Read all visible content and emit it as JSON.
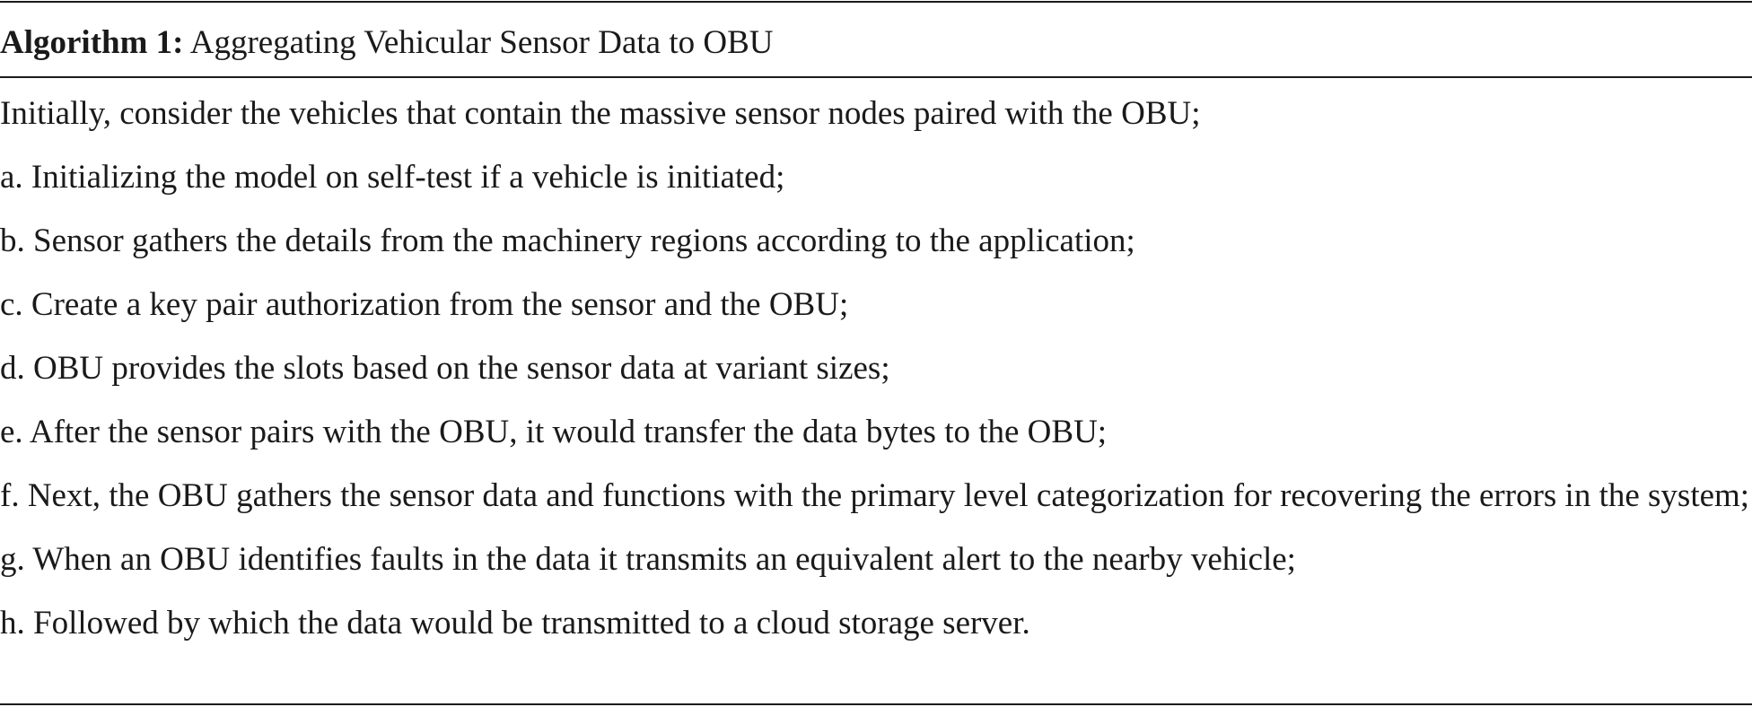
{
  "algorithm": {
    "label": "Algorithm 1:",
    "title": "Aggregating Vehicular Sensor Data to OBU",
    "lines": [
      "Initially, consider the vehicles that contain the massive sensor nodes paired with the OBU;",
      "a. Initializing the model on self-test if a vehicle is initiated;",
      "b. Sensor gathers the details from the machinery regions according to the application;",
      "c. Create a key pair authorization from the sensor and the OBU;",
      "d. OBU provides the slots based on the sensor data at variant sizes;",
      "e. After the sensor pairs with the OBU, it would transfer the data bytes to the OBU;",
      "f. Next, the OBU gathers the sensor data and functions with the primary level categorization for recovering the errors in the system;",
      "g. When an OBU identifies faults in the data it transmits an equivalent alert to the nearby vehicle;",
      "h. Followed by which the data would be transmitted to a cloud storage server."
    ]
  }
}
